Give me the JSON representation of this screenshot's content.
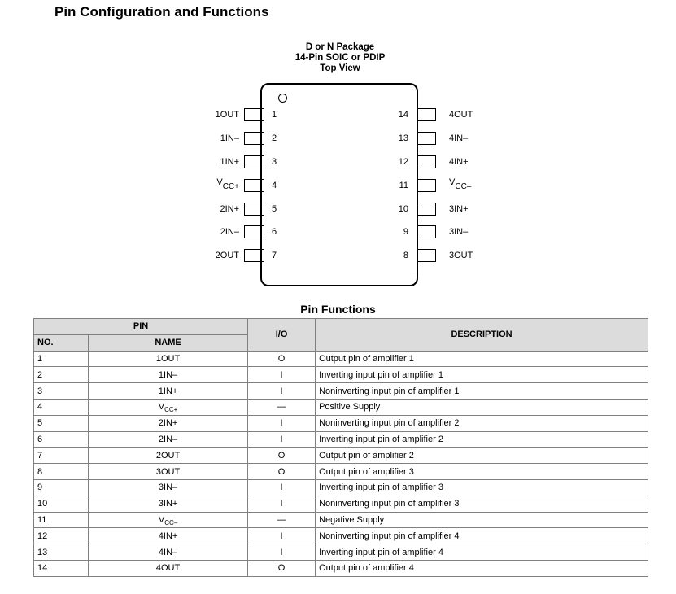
{
  "section_title": "Pin Configuration and Functions",
  "package": {
    "line1": "D or N Package",
    "line2": "14-Pin SOIC or PDIP",
    "line3": "Top View"
  },
  "left_pins": [
    {
      "num": "1",
      "name": "1OUT"
    },
    {
      "num": "2",
      "name": "1IN–"
    },
    {
      "num": "3",
      "name": "1IN+"
    },
    {
      "num": "4",
      "name": "V",
      "sub": "CC+"
    },
    {
      "num": "5",
      "name": "2IN+"
    },
    {
      "num": "6",
      "name": "2IN–"
    },
    {
      "num": "7",
      "name": "2OUT"
    }
  ],
  "right_pins": [
    {
      "num": "14",
      "name": "4OUT"
    },
    {
      "num": "13",
      "name": "4IN–"
    },
    {
      "num": "12",
      "name": "4IN+"
    },
    {
      "num": "11",
      "name": "V",
      "sub": "CC–"
    },
    {
      "num": "10",
      "name": "3IN+"
    },
    {
      "num": "9",
      "name": "3IN–"
    },
    {
      "num": "8",
      "name": "3OUT"
    }
  ],
  "table": {
    "title": "Pin Functions",
    "headers": {
      "pin": "PIN",
      "no": "NO.",
      "name": "NAME",
      "io": "I/O",
      "description": "DESCRIPTION"
    },
    "rows": [
      {
        "no": "1",
        "name": "1OUT",
        "io": "O",
        "description": "Output pin of amplifier 1"
      },
      {
        "no": "2",
        "name": "1IN–",
        "io": "I",
        "description": "Inverting input pin of amplifier 1"
      },
      {
        "no": "3",
        "name": "1IN+",
        "io": "I",
        "description": "Noninverting input pin of amplifier 1"
      },
      {
        "no": "4",
        "name": "V",
        "sub": "CC+",
        "io": "—",
        "description": "Positive Supply"
      },
      {
        "no": "5",
        "name": "2IN+",
        "io": "I",
        "description": "Noninverting input pin of amplifier 2"
      },
      {
        "no": "6",
        "name": "2IN–",
        "io": "I",
        "description": "Inverting input pin of amplifier 2"
      },
      {
        "no": "7",
        "name": "2OUT",
        "io": "O",
        "description": "Output pin of amplifier 2"
      },
      {
        "no": "8",
        "name": "3OUT",
        "io": "O",
        "description": "Output pin of amplifier 3"
      },
      {
        "no": "9",
        "name": "3IN–",
        "io": "I",
        "description": "Inverting input pin of amplifier 3"
      },
      {
        "no": "10",
        "name": "3IN+",
        "io": "I",
        "description": "Noninverting input pin of amplifier 3"
      },
      {
        "no": "11",
        "name": "V",
        "sub": "CC–",
        "io": "—",
        "description": "Negative Supply"
      },
      {
        "no": "12",
        "name": "4IN+",
        "io": "I",
        "description": "Noninverting input pin of amplifier 4"
      },
      {
        "no": "13",
        "name": "4IN–",
        "io": "I",
        "description": "Inverting input pin of amplifier 4"
      },
      {
        "no": "14",
        "name": "4OUT",
        "io": "O",
        "description": "Output pin of amplifier 4"
      }
    ]
  }
}
